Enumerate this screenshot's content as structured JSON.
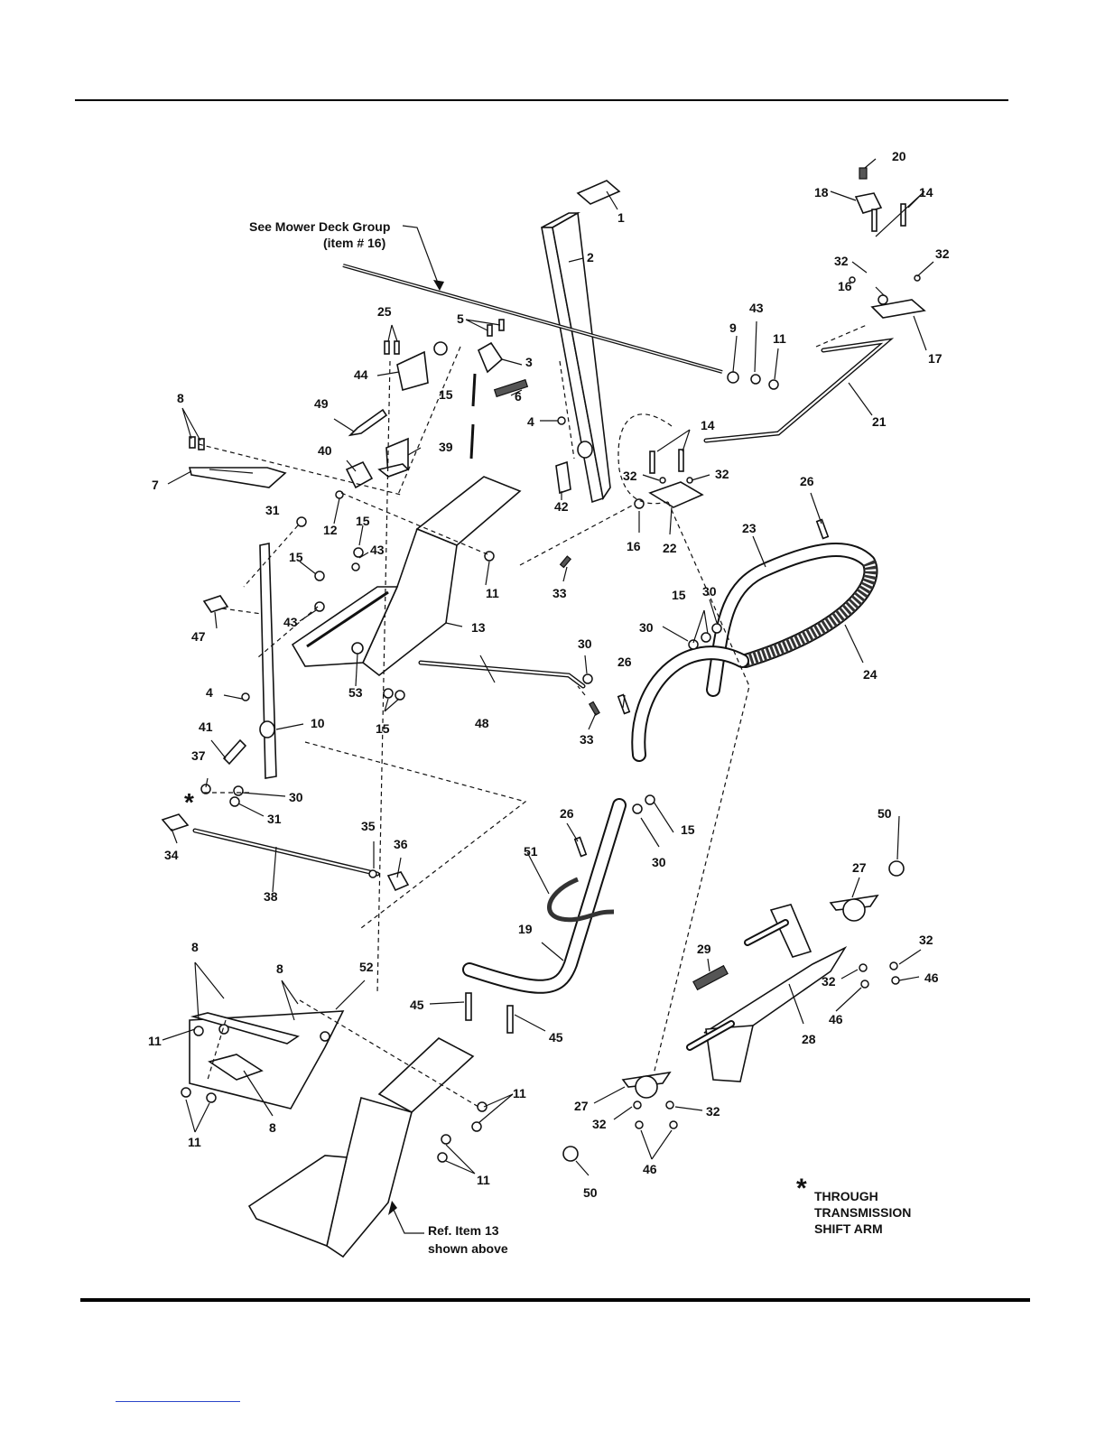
{
  "callouts": [
    {
      "id": "c1",
      "text": "1"
    },
    {
      "id": "c2",
      "text": "2"
    },
    {
      "id": "c3",
      "text": "3"
    },
    {
      "id": "c4a",
      "text": "4"
    },
    {
      "id": "c4b",
      "text": "4"
    },
    {
      "id": "c5",
      "text": "5"
    },
    {
      "id": "c6",
      "text": "6"
    },
    {
      "id": "c7",
      "text": "7"
    },
    {
      "id": "c8a",
      "text": "8"
    },
    {
      "id": "c8b",
      "text": "8"
    },
    {
      "id": "c8c",
      "text": "8"
    },
    {
      "id": "c8d",
      "text": "8"
    },
    {
      "id": "c9",
      "text": "9"
    },
    {
      "id": "c10",
      "text": "10"
    },
    {
      "id": "c11a",
      "text": "11"
    },
    {
      "id": "c11b",
      "text": "11"
    },
    {
      "id": "c11c",
      "text": "11"
    },
    {
      "id": "c11d",
      "text": "11"
    },
    {
      "id": "c11e",
      "text": "11"
    },
    {
      "id": "c11f",
      "text": "11"
    },
    {
      "id": "c12",
      "text": "12"
    },
    {
      "id": "c13",
      "text": "13"
    },
    {
      "id": "c14a",
      "text": "14"
    },
    {
      "id": "c14b",
      "text": "14"
    },
    {
      "id": "c15a",
      "text": "15"
    },
    {
      "id": "c15b",
      "text": "15"
    },
    {
      "id": "c15c",
      "text": "15"
    },
    {
      "id": "c15d",
      "text": "15"
    },
    {
      "id": "c15e",
      "text": "15"
    },
    {
      "id": "c15f",
      "text": "15"
    },
    {
      "id": "c16a",
      "text": "16"
    },
    {
      "id": "c16b",
      "text": "16"
    },
    {
      "id": "c17",
      "text": "17"
    },
    {
      "id": "c18",
      "text": "18"
    },
    {
      "id": "c19",
      "text": "19"
    },
    {
      "id": "c20",
      "text": "20"
    },
    {
      "id": "c21",
      "text": "21"
    },
    {
      "id": "c22",
      "text": "22"
    },
    {
      "id": "c23",
      "text": "23"
    },
    {
      "id": "c24",
      "text": "24"
    },
    {
      "id": "c25",
      "text": "25"
    },
    {
      "id": "c26a",
      "text": "26"
    },
    {
      "id": "c26b",
      "text": "26"
    },
    {
      "id": "c26c",
      "text": "26"
    },
    {
      "id": "c27a",
      "text": "27"
    },
    {
      "id": "c27b",
      "text": "27"
    },
    {
      "id": "c28",
      "text": "28"
    },
    {
      "id": "c29",
      "text": "29"
    },
    {
      "id": "c30a",
      "text": "30"
    },
    {
      "id": "c30b",
      "text": "30"
    },
    {
      "id": "c30c",
      "text": "30"
    },
    {
      "id": "c30d",
      "text": "30"
    },
    {
      "id": "c30e",
      "text": "30"
    },
    {
      "id": "c31a",
      "text": "31"
    },
    {
      "id": "c31b",
      "text": "31"
    },
    {
      "id": "c32a",
      "text": "32"
    },
    {
      "id": "c32b",
      "text": "32"
    },
    {
      "id": "c32c",
      "text": "32"
    },
    {
      "id": "c32d",
      "text": "32"
    },
    {
      "id": "c32e",
      "text": "32"
    },
    {
      "id": "c32f",
      "text": "32"
    },
    {
      "id": "c32g",
      "text": "32"
    },
    {
      "id": "c32h",
      "text": "32"
    },
    {
      "id": "c33a",
      "text": "33"
    },
    {
      "id": "c33b",
      "text": "33"
    },
    {
      "id": "c34",
      "text": "34"
    },
    {
      "id": "c35",
      "text": "35"
    },
    {
      "id": "c36",
      "text": "36"
    },
    {
      "id": "c37",
      "text": "37"
    },
    {
      "id": "c38",
      "text": "38"
    },
    {
      "id": "c39",
      "text": "39"
    },
    {
      "id": "c40",
      "text": "40"
    },
    {
      "id": "c41",
      "text": "41"
    },
    {
      "id": "c42",
      "text": "42"
    },
    {
      "id": "c43a",
      "text": "43"
    },
    {
      "id": "c43b",
      "text": "43"
    },
    {
      "id": "c43c",
      "text": "43"
    },
    {
      "id": "c44",
      "text": "44"
    },
    {
      "id": "c45a",
      "text": "45"
    },
    {
      "id": "c45b",
      "text": "45"
    },
    {
      "id": "c46a",
      "text": "46"
    },
    {
      "id": "c46b",
      "text": "46"
    },
    {
      "id": "c46c",
      "text": "46"
    },
    {
      "id": "c47",
      "text": "47"
    },
    {
      "id": "c48",
      "text": "48"
    },
    {
      "id": "c49",
      "text": "49"
    },
    {
      "id": "c50a",
      "text": "50"
    },
    {
      "id": "c50b",
      "text": "50"
    },
    {
      "id": "c51",
      "text": "51"
    },
    {
      "id": "c52",
      "text": "52"
    },
    {
      "id": "c53",
      "text": "53"
    }
  ],
  "notes": {
    "mower_deck_line1": "See Mower Deck Group",
    "mower_deck_line2": "(item # 16)",
    "ref_item_line1": "Ref. Item 13",
    "ref_item_line2": "shown above",
    "asterisk": "*",
    "transmission_asterisk": "*",
    "transmission_line1": "THROUGH",
    "transmission_line2": "TRANSMISSION",
    "transmission_line3": "SHIFT ARM"
  }
}
